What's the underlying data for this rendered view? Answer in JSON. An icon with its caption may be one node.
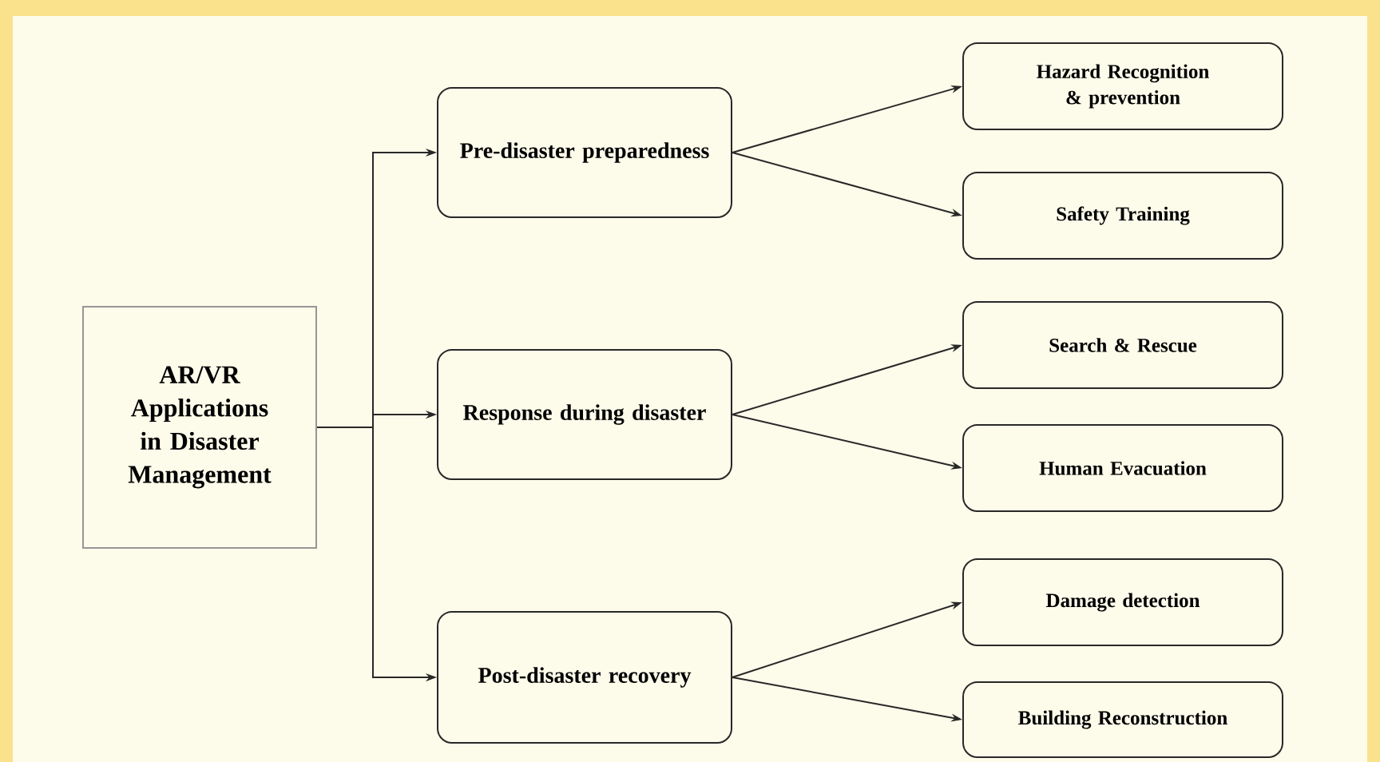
{
  "diagram": {
    "nodes": [
      {
        "text": [
          "AR/VR Applications in Disaster Management"
        ]
      },
      {
        "text": [
          "Pre-disaster preparedness"
        ]
      },
      {
        "text": [
          "Response during disaster"
        ]
      },
      {
        "text": [
          "Post-disaster recovery"
        ]
      },
      {
        "text": [
          "Hazard Recognition & prevention"
        ]
      },
      {
        "text": [
          "Safety Training"
        ]
      },
      {
        "text": [
          "Search & Rescue"
        ]
      },
      {
        "text": [
          "Human Evacuation"
        ]
      },
      {
        "text": [
          "Damage detection"
        ]
      },
      {
        "text": [
          "Building Reconstruction"
        ]
      }
    ],
    "edges": [
      {
        "from": 0,
        "to": 1,
        "arrow": "to"
      },
      {
        "from": 0,
        "to": 2,
        "arrow": "to"
      },
      {
        "from": 0,
        "to": 3,
        "arrow": "to"
      },
      {
        "from": 1,
        "to": 4,
        "arrow": "to"
      },
      {
        "from": 1,
        "to": 5,
        "arrow": "to"
      },
      {
        "from": 2,
        "to": 6,
        "arrow": "to"
      },
      {
        "from": 2,
        "to": 7,
        "arrow": "to"
      },
      {
        "from": 3,
        "to": 8,
        "arrow": "to"
      },
      {
        "from": 3,
        "to": 9,
        "arrow": "to"
      }
    ]
  }
}
